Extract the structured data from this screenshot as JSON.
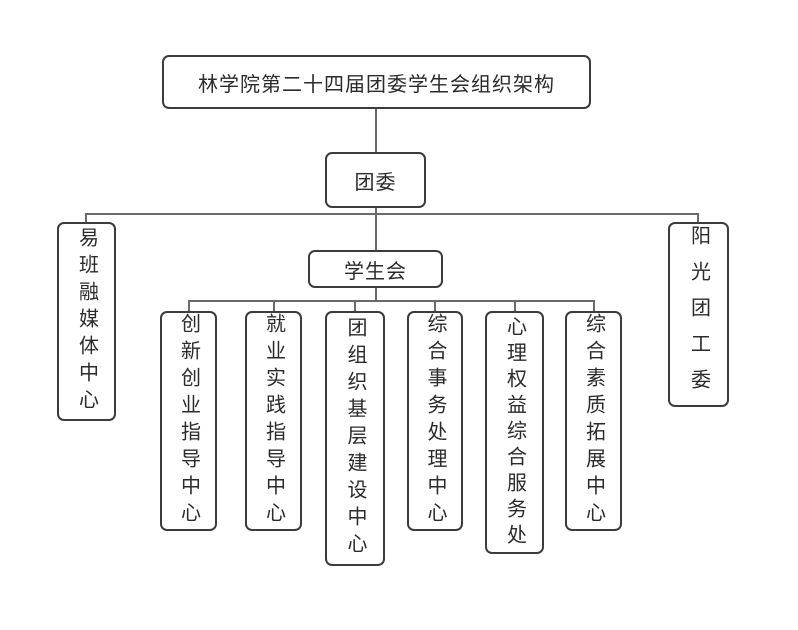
{
  "org": {
    "title": "林学院第二十四届团委学生会组织架构",
    "committee": "团委",
    "student_union": "学生会",
    "left_branch": "易班融媒体中心",
    "right_branch": "阳光团工委",
    "departments": [
      "创新创业指导中心",
      "就业实践指导中心",
      "团组织基层建设中心",
      "综合事务处理中心",
      "心理权益综合服务处",
      "综合素质拓展中心"
    ]
  },
  "colors": {
    "box_border": "#3c3c3c",
    "connector_line": "#6a6a6a",
    "text": "#2b2b2b",
    "background": "#ffffff"
  }
}
